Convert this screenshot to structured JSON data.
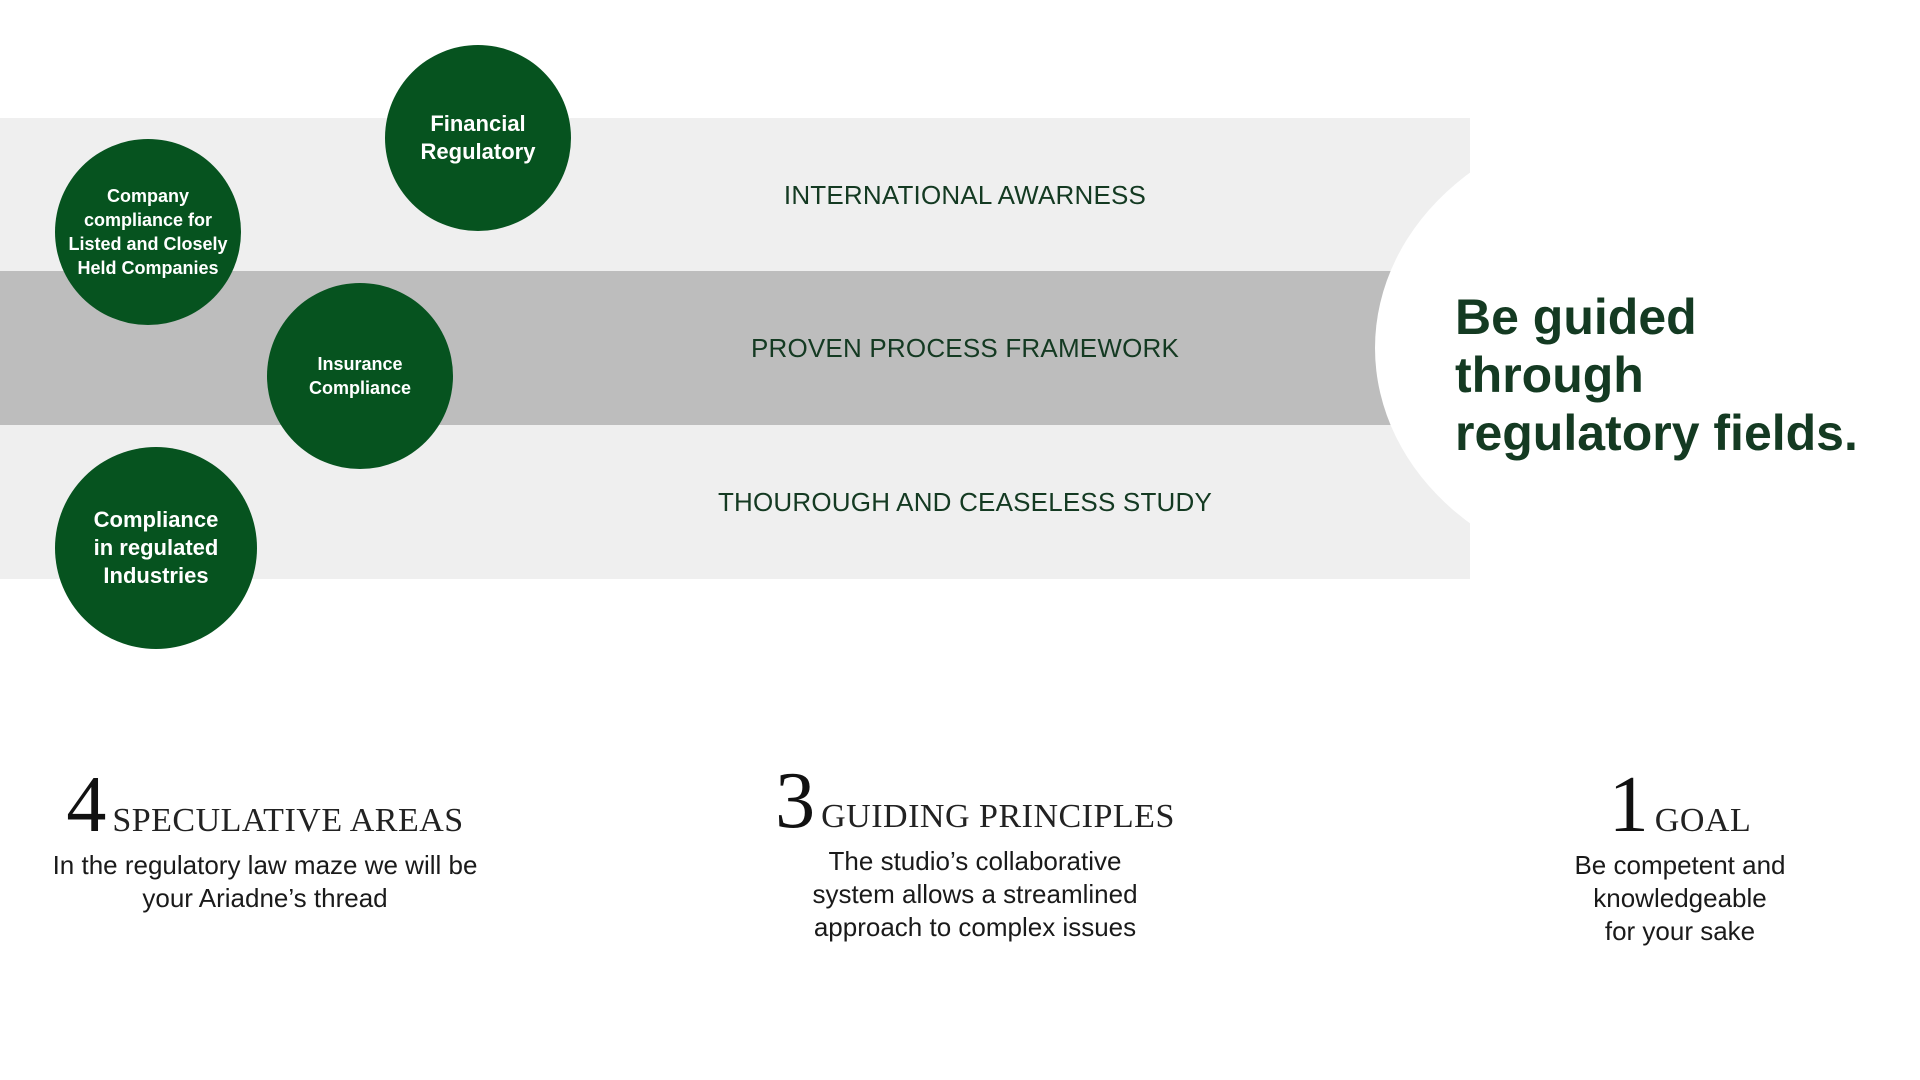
{
  "bands": [
    {
      "label": "INTERNATIONAL AWARNESS",
      "color": "#efefef"
    },
    {
      "label": "PROVEN PROCESS FRAMEWORK",
      "color": "#bdbdbd"
    },
    {
      "label": "THOUROUGH AND CEASELESS STUDY",
      "color": "#efefef"
    }
  ],
  "headline": "Be guided through regulatory fields.",
  "circles": [
    {
      "label": "Financial\nRegulatory"
    },
    {
      "label": "Company\ncompliance for\nListed and Closely\nHeld Companies"
    },
    {
      "label": "Insurance\nCompliance"
    },
    {
      "label": "Compliance\nin regulated\nIndustries"
    }
  ],
  "stats": [
    {
      "number": "4",
      "word": "SPECULATIVE AREAS",
      "description": "In the regulatory law maze we will be\nyour Ariadne’s thread"
    },
    {
      "number": "3",
      "word": "GUIDING PRINCIPLES",
      "description": "The studio’s collaborative\nsystem allows a streamlined\napproach to complex issues"
    },
    {
      "number": "1",
      "word": "GOAL",
      "description": "Be competent and\nknowledgeable\nfor your sake"
    }
  ],
  "colors": {
    "accent": "#06531f",
    "text_dark": "#143a22",
    "band_light": "#efefef",
    "band_mid": "#bdbdbd"
  }
}
